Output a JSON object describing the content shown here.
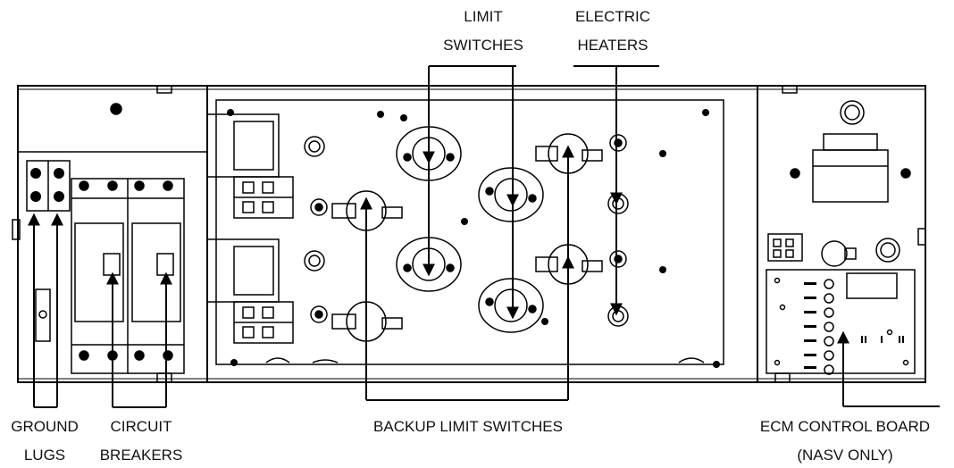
{
  "labels": {
    "limit_switches": [
      "LIMIT",
      "SWITCHES"
    ],
    "electric_heaters": [
      "ELECTRIC",
      "HEATERS"
    ],
    "ground_lugs": [
      "GROUND",
      "LUGS"
    ],
    "circuit_breakers": [
      "CIRCUIT",
      "BREAKERS"
    ],
    "backup_limit_switches": "BACKUP LIMIT SWITCHES",
    "ecm_control_board": [
      "ECM CONTROL BOARD",
      "(NASV ONLY)"
    ]
  },
  "colors": {
    "line": "#000000",
    "background": "#ffffff",
    "text": "#111111"
  }
}
